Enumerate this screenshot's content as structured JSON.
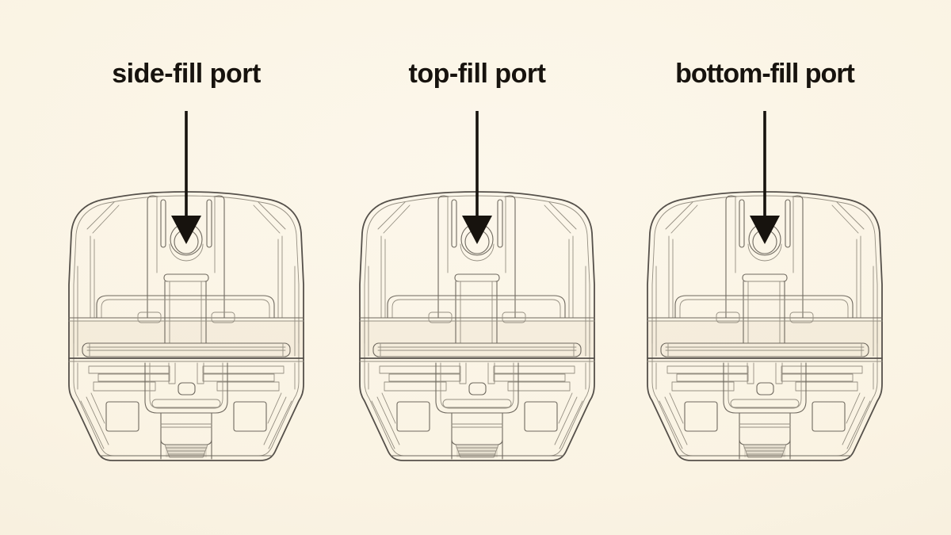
{
  "figures": [
    {
      "id": "side-fill",
      "label": "side-fill port",
      "arrow_icon": "down-arrow",
      "drawing": "pod-cartridge-wireframe"
    },
    {
      "id": "top-fill",
      "label": "top-fill port",
      "arrow_icon": "down-arrow",
      "drawing": "pod-cartridge-wireframe"
    },
    {
      "id": "bottom-fill",
      "label": "bottom-fill port",
      "arrow_icon": "down-arrow",
      "drawing": "pod-cartridge-wireframe"
    }
  ],
  "colors": {
    "background": "#faf3e3",
    "line": "#958f82",
    "line_dark": "#55504a",
    "ink": "#17130e"
  }
}
